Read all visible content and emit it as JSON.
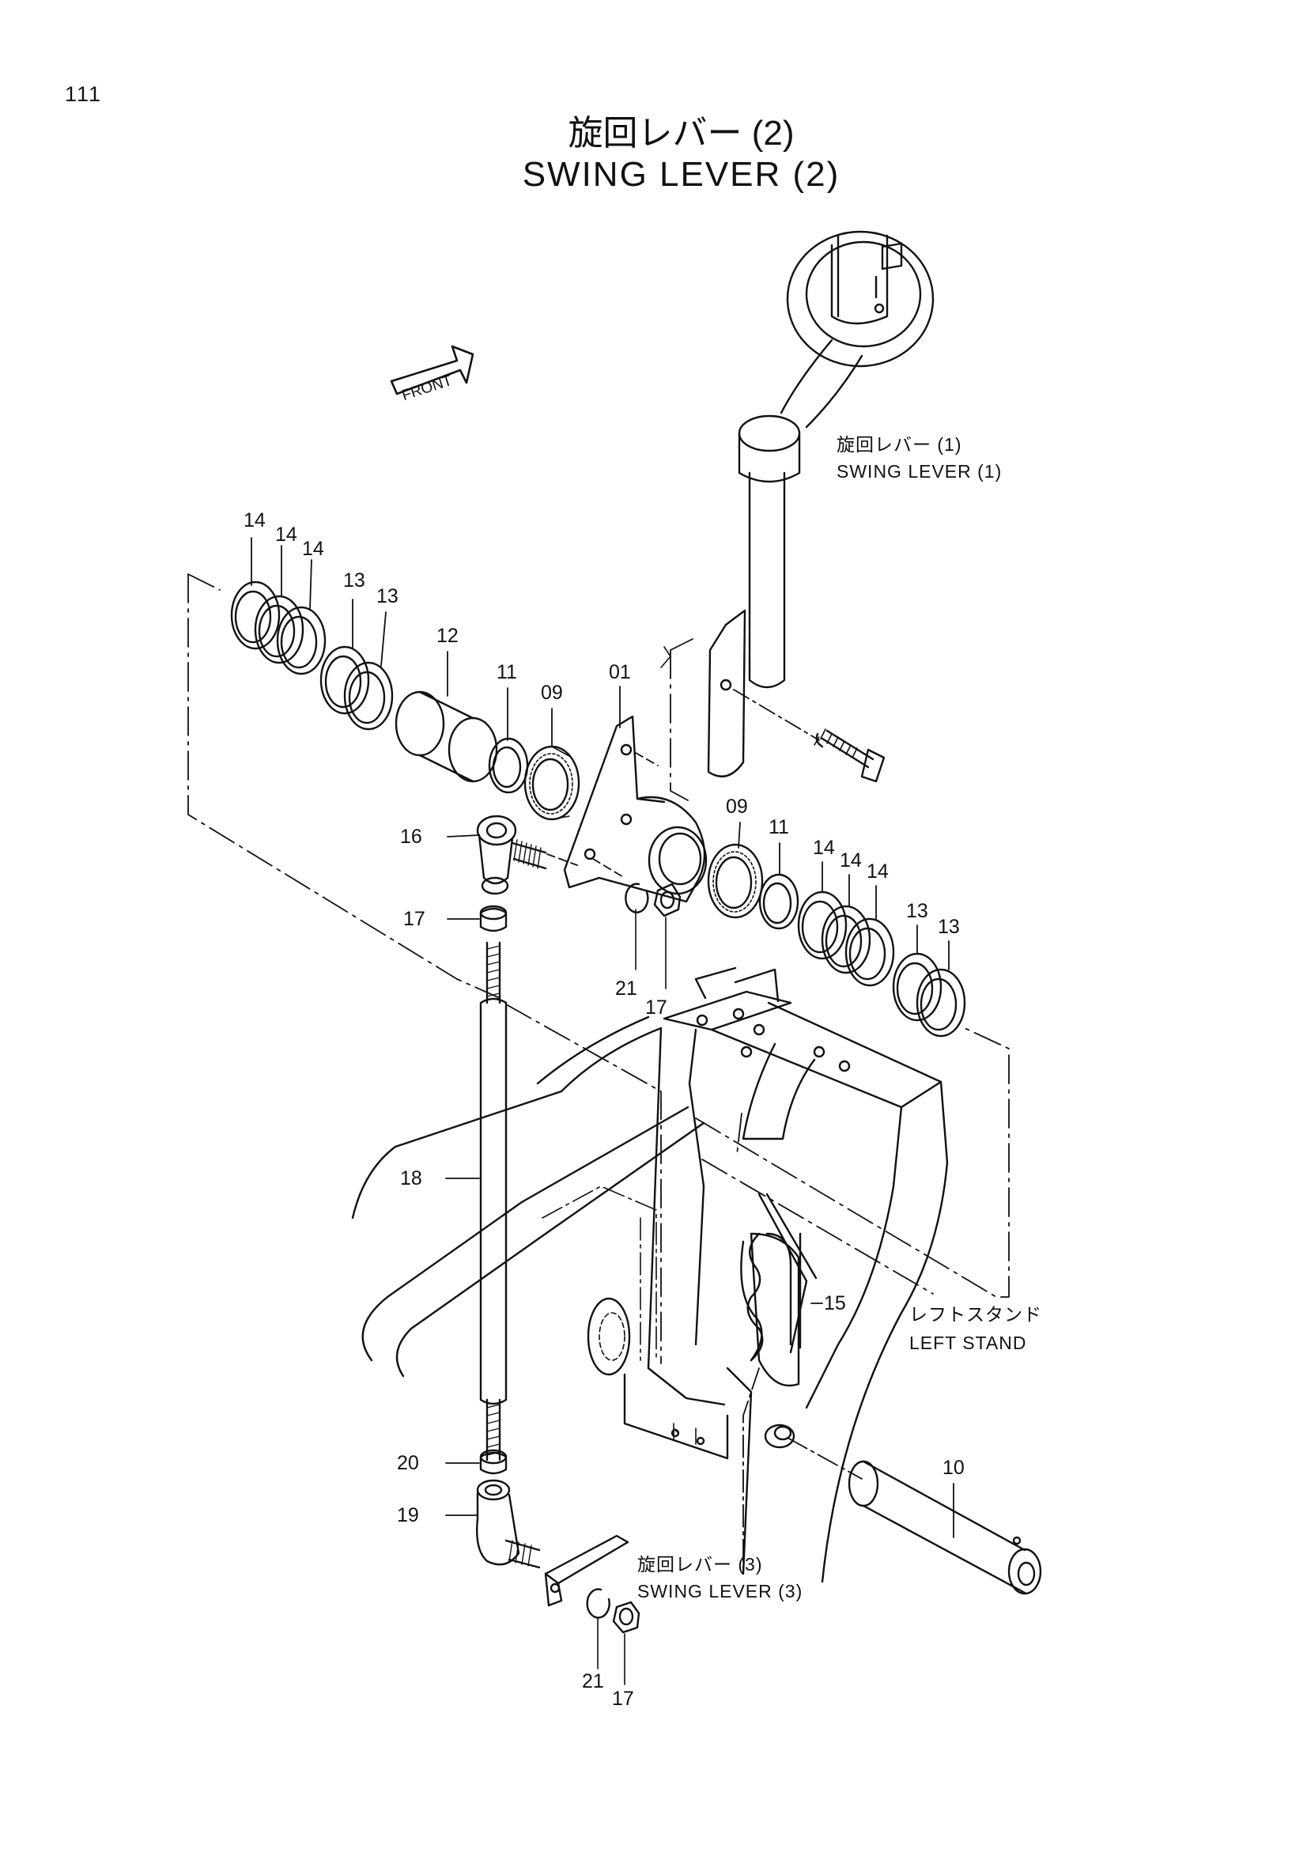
{
  "page": {
    "number": "111",
    "title_jp": "旋回レバー (2)",
    "title_en": "SWING LEVER (2)"
  },
  "front_tag": "FRONT",
  "references": [
    {
      "id": "swing-lever-1",
      "jp": "旋回レバー (1)",
      "en": "SWING LEVER (1)"
    },
    {
      "id": "left-stand",
      "jp": "レフトスタンド",
      "en": "LEFT STAND"
    },
    {
      "id": "swing-lever-3",
      "jp": "旋回レバー (3)",
      "en": "SWING LEVER (3)"
    }
  ],
  "part_numbers": [
    "14",
    "14",
    "14",
    "13",
    "13",
    "12",
    "11",
    "09",
    "01",
    "16",
    "17",
    "21",
    "17",
    "09",
    "11",
    "14",
    "14",
    "14",
    "13",
    "13",
    "18",
    "15",
    "10",
    "20",
    "19",
    "21",
    "17"
  ]
}
